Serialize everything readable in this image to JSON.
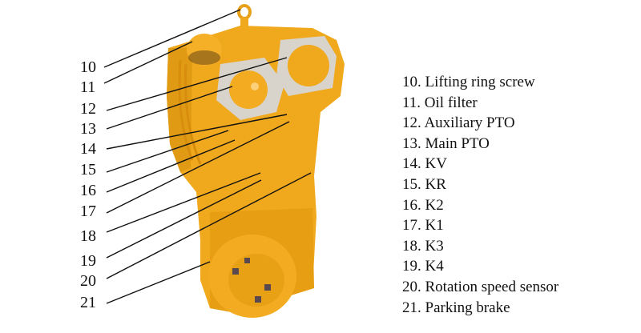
{
  "diagram": {
    "subject": "Transmission housing (orange) with callout lines",
    "body_color": "#F0A81C",
    "body_shadow": "#D08A10",
    "callout_numbers": [
      "10",
      "11",
      "12",
      "13",
      "14",
      "15",
      "16",
      "17",
      "18",
      "19",
      "20",
      "21"
    ],
    "legend": [
      {
        "num": "10.",
        "label": "Lifting ring screw"
      },
      {
        "num": "11.",
        "label": "Oil filter"
      },
      {
        "num": "12.",
        "label": "Auxiliary PTO"
      },
      {
        "num": "13.",
        "label": "Main PTO"
      },
      {
        "num": "14.",
        "label": "KV"
      },
      {
        "num": "15.",
        "label": "KR"
      },
      {
        "num": "16.",
        "label": "K2"
      },
      {
        "num": "17.",
        "label": "K1"
      },
      {
        "num": "18.",
        "label": "K3"
      },
      {
        "num": "19.",
        "label": "K4"
      },
      {
        "num": "20.",
        "label": "Rotation speed sensor"
      },
      {
        "num": "21.",
        "label": "Parking brake"
      }
    ]
  }
}
